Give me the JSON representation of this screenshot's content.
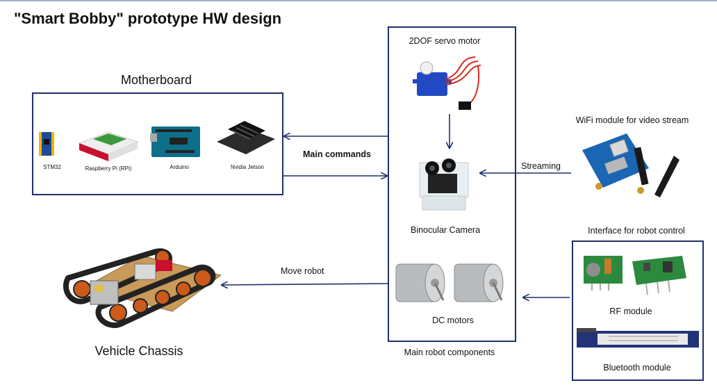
{
  "title": "\"Smart Bobby\" prototype HW design",
  "motherboard": {
    "heading": "Motherboard",
    "boards": [
      "STM32",
      "Raspberry Pi (RPi)",
      "Arduino",
      "Nvidia Jetson"
    ]
  },
  "main_components": {
    "caption": "Main robot components",
    "servo_label": "2DOF servo motor",
    "camera_label": "Binocular Camera",
    "motors_label": "DC motors"
  },
  "wifi": {
    "label": "WiFi module for video stream"
  },
  "control": {
    "label": "Interface for robot control",
    "rf_label": "RF module",
    "bt_label": "Bluetooth module"
  },
  "chassis": {
    "label": "Vehicle Chassis"
  },
  "arrows": {
    "commands": "Main commands",
    "streaming": "Streaming",
    "move": "Move robot"
  },
  "colors": {
    "frame": "#1f2f6b",
    "arrow": "#1f2f6b"
  }
}
